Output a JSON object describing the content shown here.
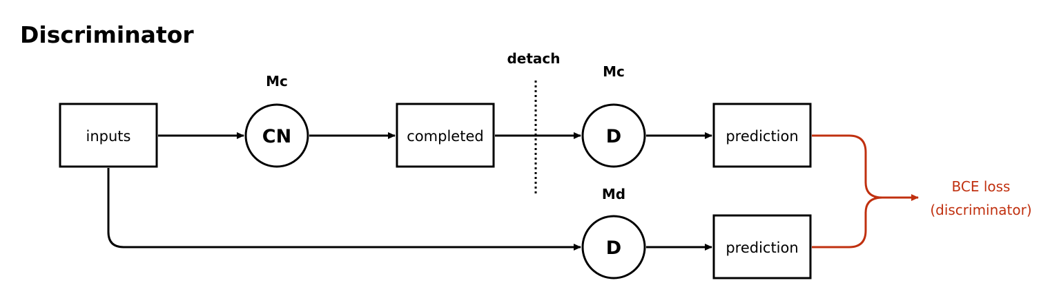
{
  "title": "Discriminator",
  "boxes": {
    "inputs": "inputs",
    "completed": "completed",
    "prediction_top": "prediction",
    "prediction_bottom": "prediction"
  },
  "nodes": {
    "cn": "CN",
    "d_top": "D",
    "d_bottom": "D"
  },
  "tags": {
    "cn_model": "Mc",
    "d_top_model": "Mc",
    "d_bottom_model": "Md",
    "detach": "detach"
  },
  "loss": {
    "line1": "BCE loss",
    "line2": "(discriminator)"
  },
  "colors": {
    "stroke": "#000000",
    "loss": "#c0300f"
  }
}
